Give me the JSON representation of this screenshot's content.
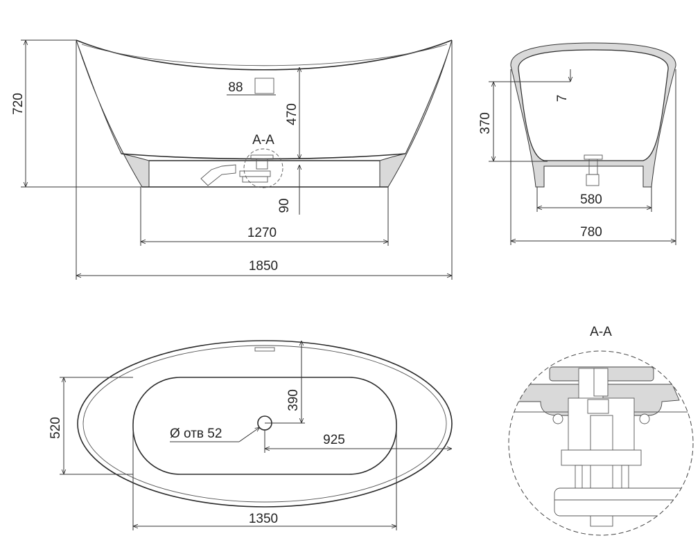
{
  "front_view": {
    "height_total": "720",
    "depth_inner": "470",
    "overflow_size": "88",
    "section_label": "A-A",
    "foot_height": "90",
    "base_length": "1270",
    "total_length": "1850"
  },
  "side_view": {
    "inner_height": "370",
    "rim_offset": "7",
    "base_width": "580",
    "total_width": "780"
  },
  "top_view": {
    "inner_width": "520",
    "drain_offset_y": "390",
    "drain_hole_label": "Ø отв 52",
    "drain_offset_x": "925",
    "inner_length": "1350"
  },
  "detail_view": {
    "title": "A-A"
  },
  "colors": {
    "line": "#2a2a2a",
    "fill": "#d9d9d9"
  }
}
